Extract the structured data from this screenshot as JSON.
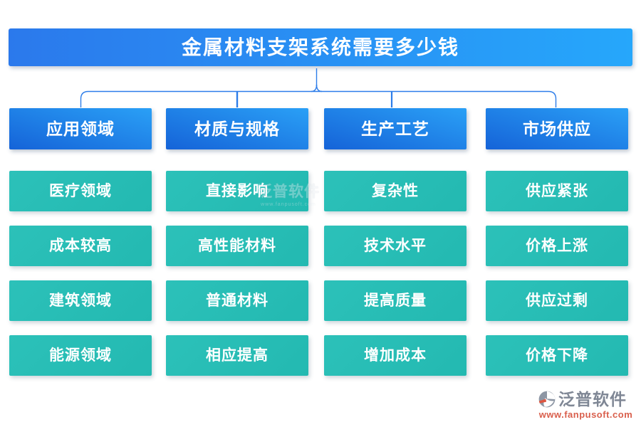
{
  "title": "金属材料支架系统需要多少钱",
  "columns": [
    {
      "header": "应用领域",
      "items": [
        "医疗领域",
        "成本较高",
        "建筑领域",
        "能源领域"
      ]
    },
    {
      "header": "材质与规格",
      "items": [
        "直接影响",
        "高性能材料",
        "普通材料",
        "相应提高"
      ]
    },
    {
      "header": "生产工艺",
      "items": [
        "复杂性",
        "技术水平",
        "提高质量",
        "增加成本"
      ]
    },
    {
      "header": "市场供应",
      "items": [
        "供应紧张",
        "价格上涨",
        "供应过剩",
        "价格下降"
      ]
    }
  ],
  "watermark": {
    "brand": "泛普软件",
    "sub": "www.fanpusoft.com"
  },
  "footer": {
    "brand": "泛普软件",
    "url": "www.fanpusoft.com"
  },
  "colors": {
    "title_gradient_start": "#2b79ec",
    "title_gradient_end": "#26a7fb",
    "header_gradient_start": "#1563d8",
    "header_gradient_end": "#2aa0f6",
    "node_teal": "#27bdb6",
    "connector_blue": "#2d7de9",
    "footer_brand_gray": "#7f8795",
    "footer_url_red": "#d95f4c"
  }
}
